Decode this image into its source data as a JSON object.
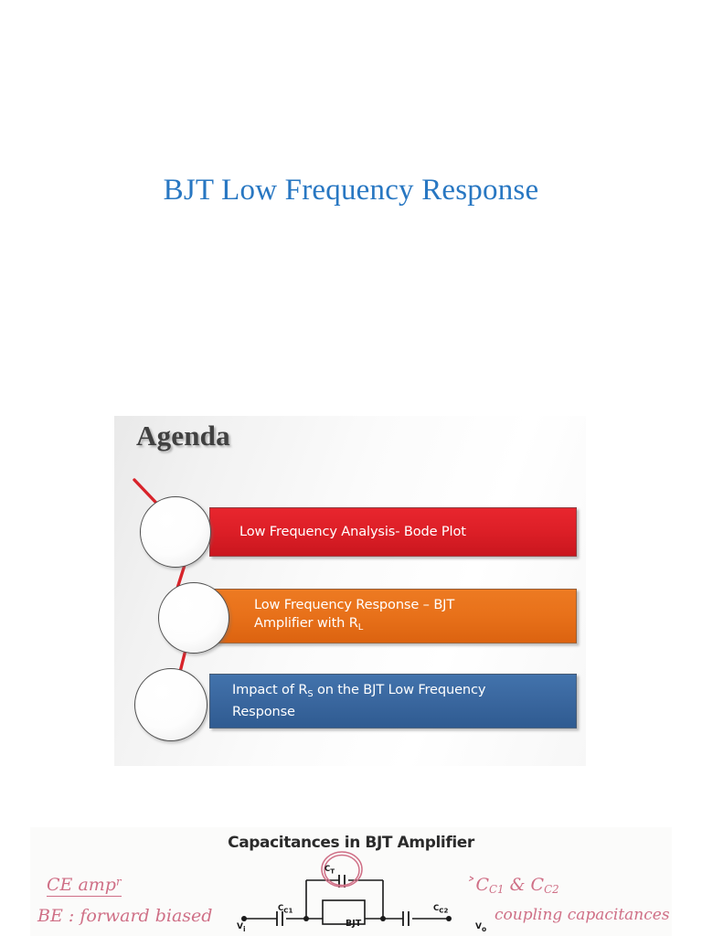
{
  "page": {
    "title": "BJT Low Frequency Response"
  },
  "agenda": {
    "heading": "Agenda",
    "items": [
      {
        "label": "Low Frequency Analysis- Bode Plot",
        "color": "#dd1f27",
        "color_name": "red"
      },
      {
        "label_part1": "Low Frequency Response – BJT",
        "label_part2_prefix": "Amplifier with R",
        "label_part2_sub": "L",
        "color": "#e8711a",
        "color_name": "orange"
      },
      {
        "label_part1_prefix": "Impact of R",
        "label_part1_sub": "S",
        "label_part1_suffix": " on the BJT Low Frequency",
        "label_part2": "Response",
        "color": "#3a679f",
        "color_name": "blue"
      }
    ]
  },
  "whiteboard": {
    "title": "Capacitances in BJT Amplifier",
    "notes": {
      "ce_amp_main": "CE amp",
      "ce_amp_sup": "r",
      "be_note": "BE : forward biased",
      "cc_bullet": "˃",
      "cc_c1": "C",
      "cc_c1_sub": "C1",
      "cc_amp": " & ",
      "cc_c2": "C",
      "cc_c2_sub": "C2",
      "coupling_note": "coupling capacitances"
    },
    "circuit": {
      "ct_label": "C",
      "ct_label_sub": "T",
      "cc1_label": "C",
      "cc1_label_sub": "C1",
      "cc2_label": "C",
      "cc2_label_sub": "C2",
      "bjt_label": "BJT",
      "vi_label": "V",
      "vi_label_sub": "i",
      "vo_label": "V",
      "vo_label_sub": "o"
    }
  }
}
